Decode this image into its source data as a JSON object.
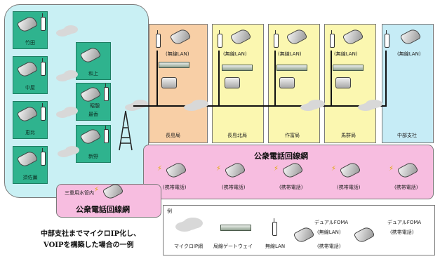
{
  "colors": {
    "dam_area": "#c9f0f4",
    "tile": "#2fb38e",
    "orange": "#f8cfa6",
    "yellow": "#fbf7b0",
    "blue": "#c6ecf6",
    "pink": "#f7bde0"
  },
  "dam_sites": [
    "竹田",
    "中屋",
    "恵比",
    "須佐蕪",
    "和上",
    "最香",
    "昭憩",
    "新野"
  ],
  "dam_area_label": "三重用水管内",
  "stations": [
    "長島局",
    "長島北局",
    "作富局",
    "馬群局",
    "中部支社"
  ],
  "lan_labels": [
    "(無線LAN)",
    "(無線LAN)",
    "(無線LAN)",
    "(無線LAN)",
    "(無線LAN)"
  ],
  "public_net_right": "公衆電話回線網",
  "public_net_left": "公衆電話回線網",
  "mobile_labels": [
    "(携帯電話)",
    "(携帯電話)",
    "(携帯電話)",
    "(携帯電話)",
    "(携帯電話)"
  ],
  "caption": [
    "中部支社までマイクロIP化し、",
    "VOIPを構築した場合の一例"
  ],
  "legend": {
    "title": "例",
    "items": [
      "マイクロIP網",
      "局線ゲートウェイ",
      "無線LAN",
      "デュアルFOMA",
      "(無線LAN)",
      "(携帯電話)",
      "デュアルFOMA",
      "(携帯電話)"
    ]
  }
}
